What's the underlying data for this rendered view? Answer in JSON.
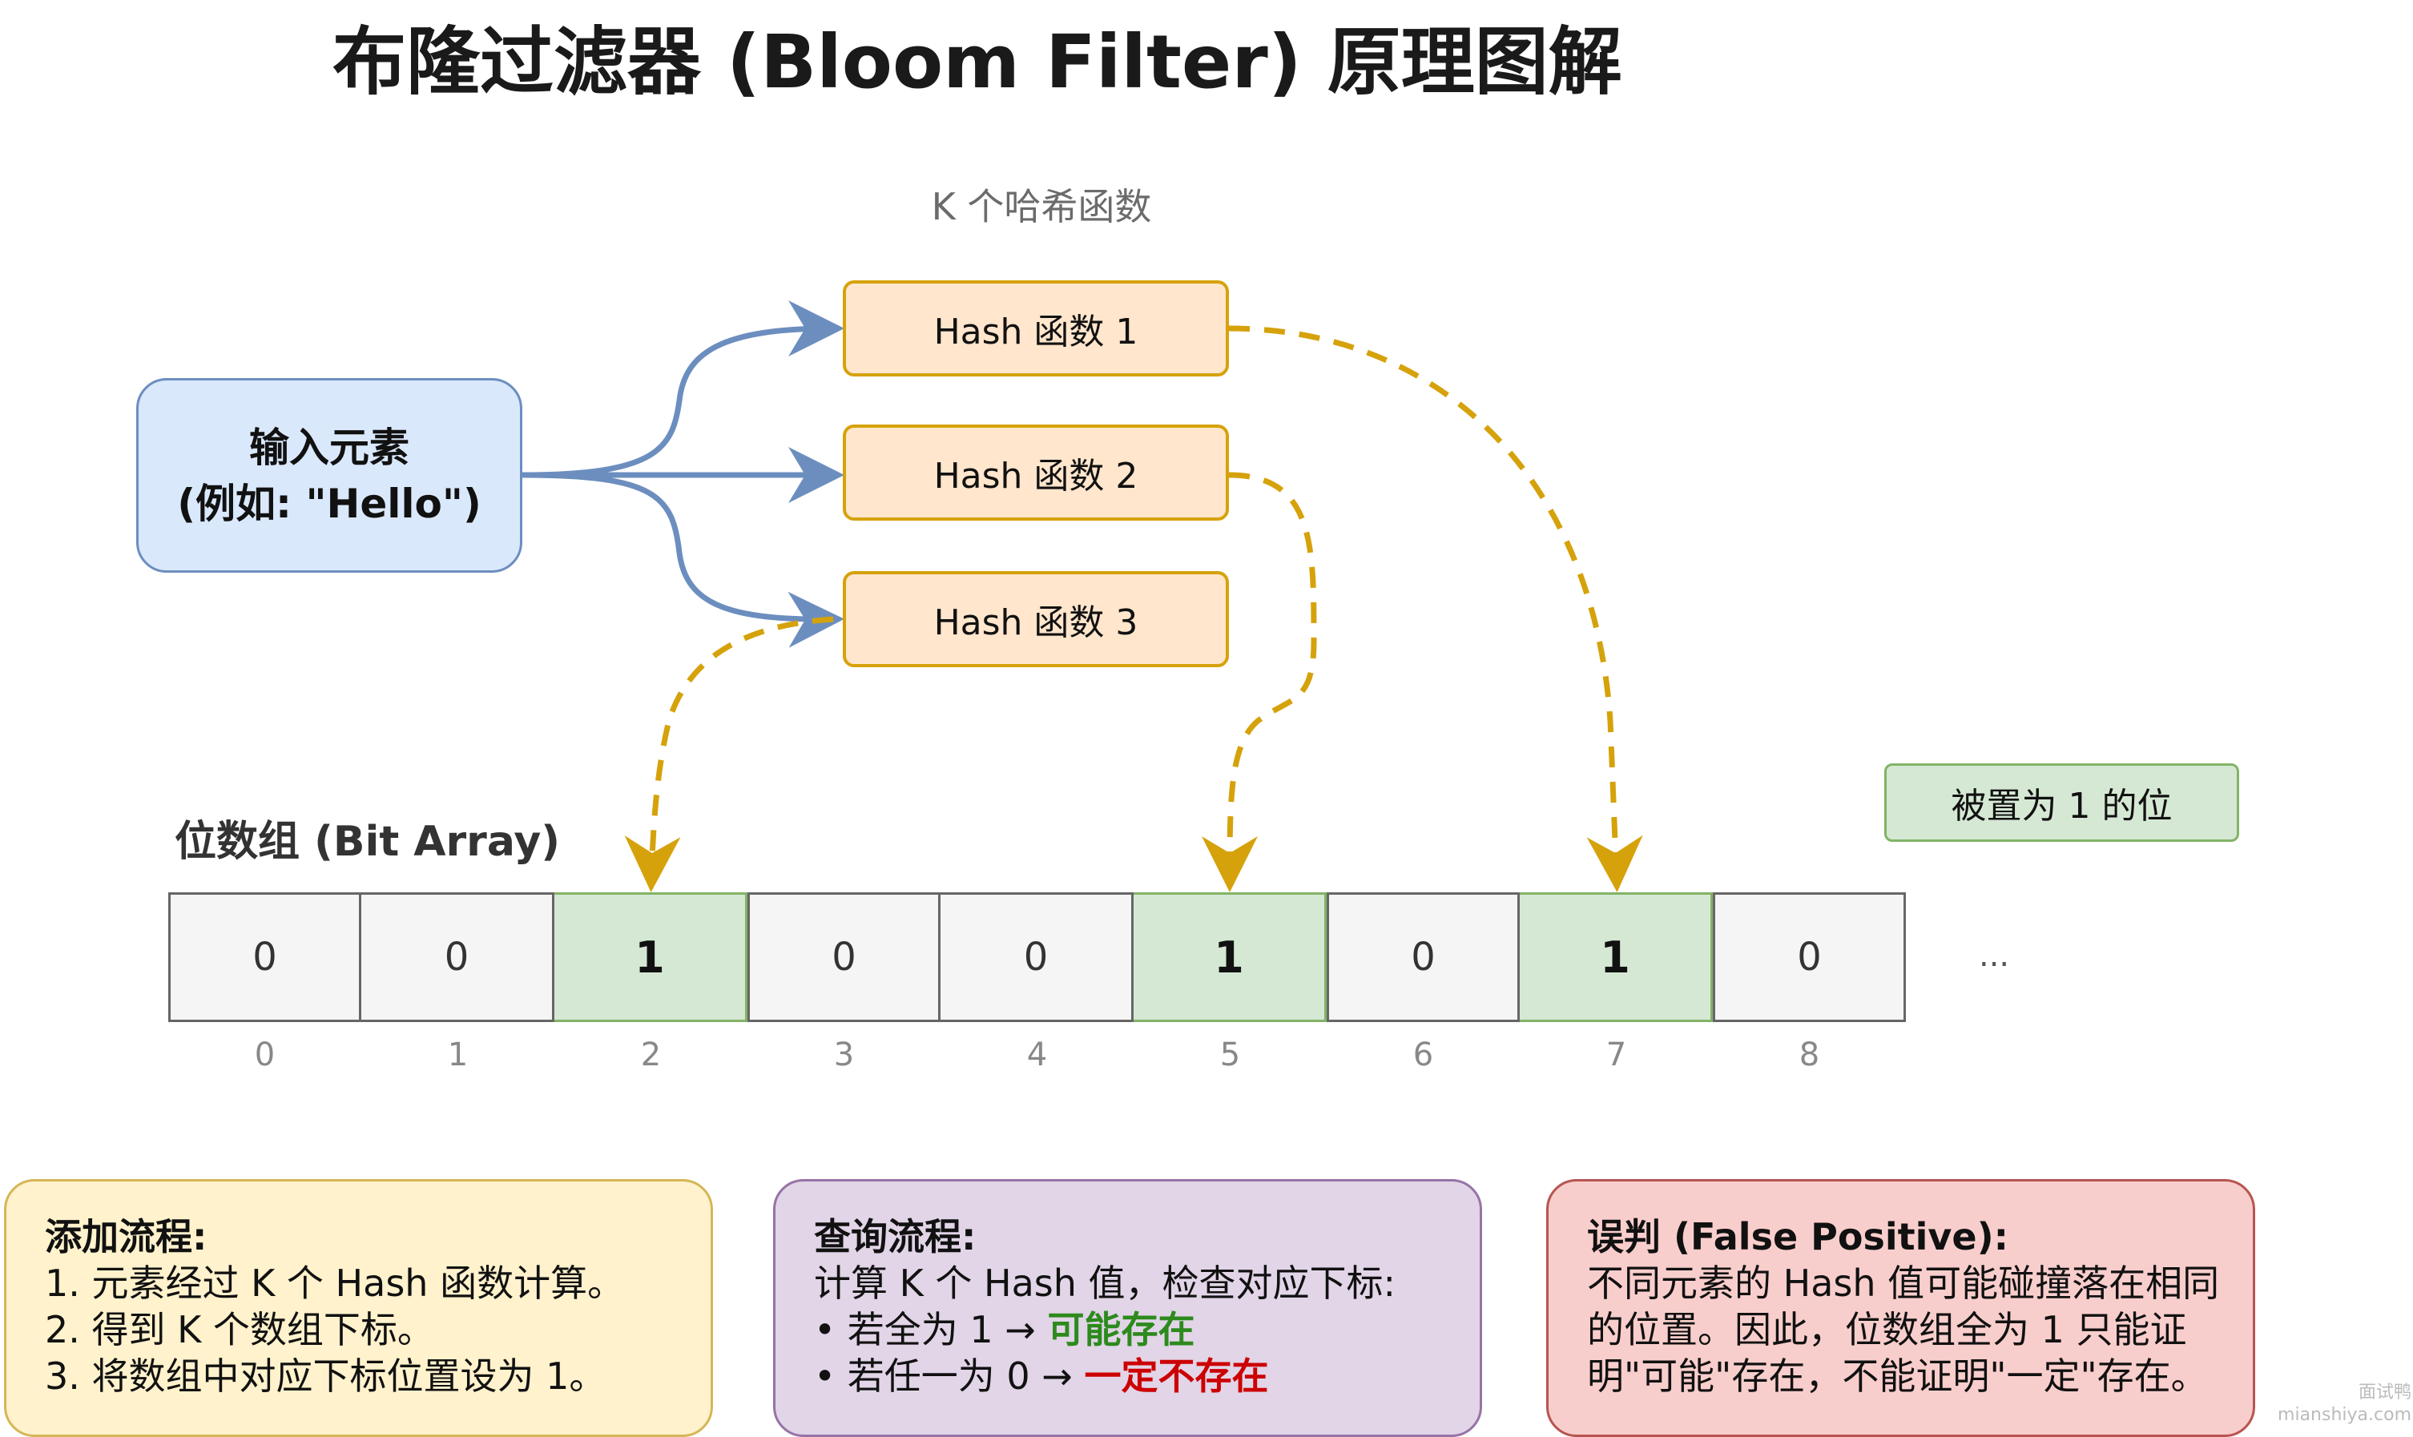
{
  "title": "布隆过滤器 (Bloom Filter) 原理图解",
  "hash_caption": "K 个哈希函数",
  "input": {
    "line1": "输入元素",
    "line2": "(例如: \"Hello\")"
  },
  "hash_functions": [
    "Hash 函数 1",
    "Hash 函数 2",
    "Hash 函数 3"
  ],
  "legend": "被置为 1 的位",
  "array_title": "位数组 (Bit Array)",
  "bits": [
    "0",
    "0",
    "1",
    "0",
    "0",
    "1",
    "0",
    "1",
    "0"
  ],
  "indices": [
    "0",
    "1",
    "2",
    "3",
    "4",
    "5",
    "6",
    "7",
    "8"
  ],
  "ellipsis": "...",
  "notes": {
    "add": {
      "head": "添加流程:",
      "lines": [
        "1. 元素经过 K 个 Hash 函数计算。",
        "2. 得到 K 个数组下标。",
        "3. 将数组中对应下标位置设为 1。"
      ]
    },
    "query": {
      "head": "查询流程:",
      "line1": "计算 K 个 Hash 值，检查对应下标:",
      "line2_prefix": "• 若全为 1 → ",
      "line2_strong": "可能存在",
      "line3_prefix": "• 若任一为 0 → ",
      "line3_strong": "一定不存在"
    },
    "fp": {
      "head": "误判 (False Positive):",
      "lines": [
        "不同元素的 Hash 值可能碰撞落在相同",
        "的位置。因此，位数组全为 1 只能证",
        "明\"可能\"存在，不能证明\"一定\"存在。"
      ]
    }
  },
  "watermark": {
    "line1": "面试鸭",
    "line2": "mianshiya.com"
  },
  "colors": {
    "input_fill": "#dae8fc",
    "input_stroke": "#6c8ebf",
    "hash_fill": "#ffe6cc",
    "hash_stroke": "#d6a20b",
    "set_fill": "#d5e8d4",
    "set_stroke": "#82b366",
    "arrow_blue": "#6c8ebf",
    "arrow_dashed": "#d6a20b"
  }
}
